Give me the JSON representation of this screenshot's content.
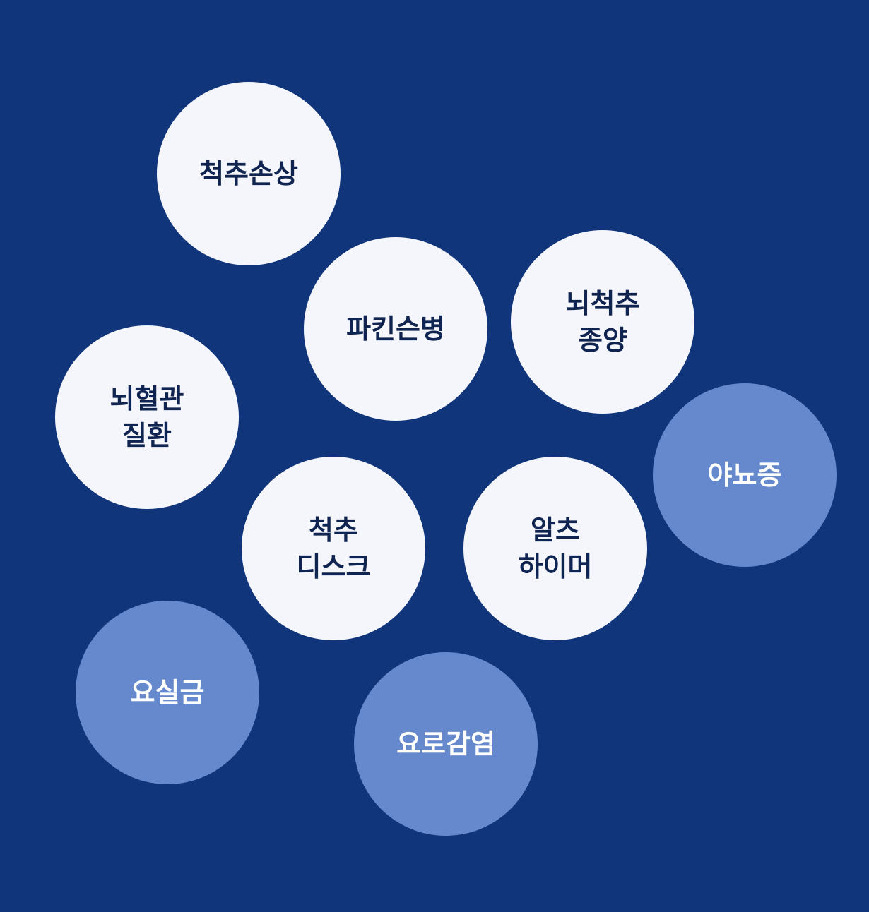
{
  "colors": {
    "background": "#11357b",
    "bubble_light": "#f5f6fb",
    "bubble_accent": "#6589cc",
    "text_dark": "#0f2450",
    "text_light": "#ffffff"
  },
  "bubbles": [
    {
      "lines": [
        "척추손상"
      ],
      "style": "light"
    },
    {
      "lines": [
        "파킨슨병"
      ],
      "style": "light"
    },
    {
      "lines": [
        "뇌척추",
        "종양"
      ],
      "style": "light"
    },
    {
      "lines": [
        "뇌혈관",
        "질환"
      ],
      "style": "light"
    },
    {
      "lines": [
        "야뇨증"
      ],
      "style": "accent"
    },
    {
      "lines": [
        "척추",
        "디스크"
      ],
      "style": "light"
    },
    {
      "lines": [
        "알츠",
        "하이머"
      ],
      "style": "light"
    },
    {
      "lines": [
        "요실금"
      ],
      "style": "accent"
    },
    {
      "lines": [
        "요로감염"
      ],
      "style": "accent"
    }
  ]
}
